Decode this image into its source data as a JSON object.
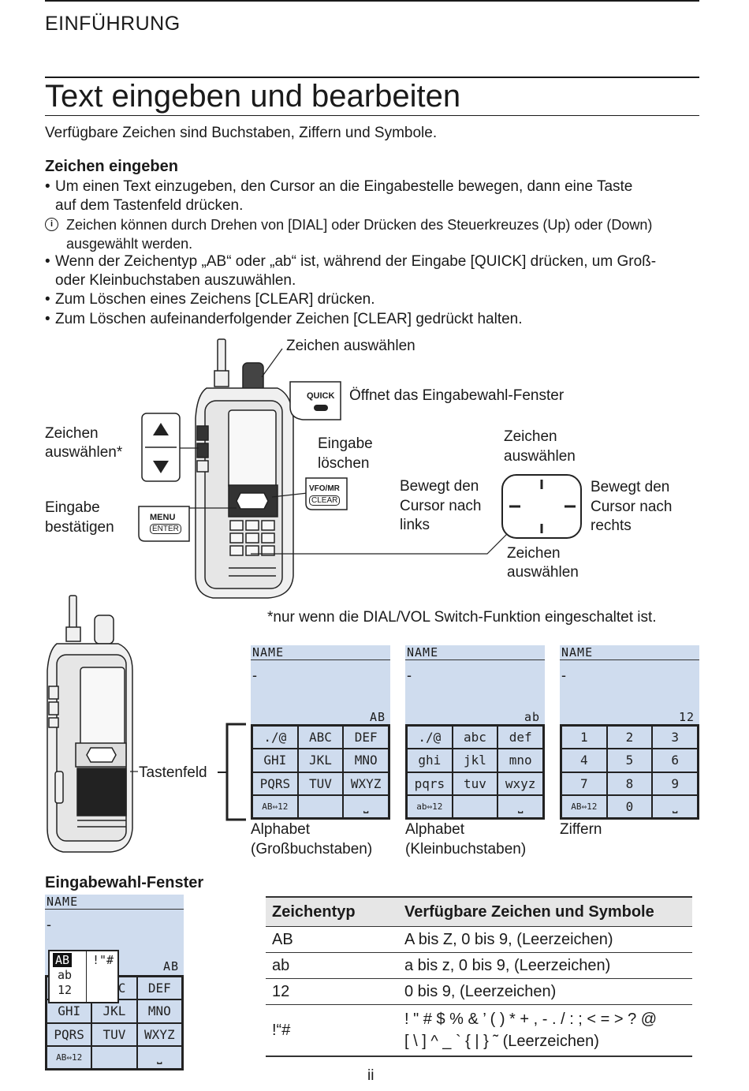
{
  "header": {
    "section": "EINFÜHRUNG"
  },
  "page": {
    "title": "Text eingeben und bearbeiten",
    "intro": "Verfügbare Zeichen sind Buchstaben, Ziffern und Symbole.",
    "page_number": "ii"
  },
  "entry": {
    "heading": "Zeichen eingeben",
    "bullet1_l1": "Um einen Text einzugeben, den Cursor an die Eingabestelle bewegen, dann eine Taste",
    "bullet1_l2": "auf dem Tastenfeld drücken.",
    "note_l1": "Zeichen können durch Drehen von [DIAL] oder Drücken des Steuerkreuzes (Up) oder (Down)",
    "note_l2": "ausgewählt werden.",
    "bullet2_l1": "Wenn der Zeichentyp „AB“ oder „ab“ ist, während der Eingabe [QUICK] drücken, um Groß-",
    "bullet2_l2": "oder Kleinbuchstaben auszuwählen.",
    "bullet3": "Zum Löschen eines Zeichens [CLEAR] drücken.",
    "bullet4": "Zum Löschen aufeinanderfolgender Zeichen [CLEAR] gedrückt halten."
  },
  "diagram1": {
    "dial_l": "Zeichen auswählen",
    "quick_l": "Öffnet das Eingabewahl-Fenster",
    "quick_key": "QUICK",
    "side_l1": "Zeichen",
    "side_l2": "auswählen*",
    "menu_l1": "Eingabe",
    "menu_l2": "bestätigen",
    "menu_key1": "MENU",
    "menu_key2": "ENTER",
    "clear_l1": "Eingabe",
    "clear_l2": "löschen",
    "clear_key1": "VFO/MR",
    "clear_key2": "CLEAR",
    "left_l1": "Bewegt den",
    "left_l2": "Cursor nach",
    "left_l3": "links",
    "up_l1": "Zeichen",
    "up_l2": "auswählen",
    "right_l1": "Bewegt den",
    "right_l2": "Cursor nach",
    "right_l3": "rechts",
    "down_l1": "Zeichen",
    "down_l2": "auswählen",
    "footnote": "*nur wenn die DIAL/VOL Switch-Funktion eingeschaltet ist."
  },
  "diagram2": {
    "keypad_label": "Tastenfeld",
    "screens": [
      {
        "name": "NAME",
        "cursor": "-",
        "mode": "AB",
        "keys": [
          "./@",
          "ABC",
          "DEF",
          "GHI",
          "JKL",
          "MNO",
          "PQRS",
          "TUV",
          "WXYZ",
          "AB⇔12",
          "",
          "⎵"
        ],
        "cap1": "Alphabet",
        "cap2": "(Großbuchstaben)"
      },
      {
        "name": "NAME",
        "cursor": "-",
        "mode": "ab",
        "keys": [
          "./@",
          "abc",
          "def",
          "ghi",
          "jkl",
          "mno",
          "pqrs",
          "tuv",
          "wxyz",
          "ab⇔12",
          "",
          "⎵"
        ],
        "cap1": "Alphabet",
        "cap2": "(Kleinbuchstaben)"
      },
      {
        "name": "NAME",
        "cursor": "-",
        "mode": "12",
        "keys": [
          "1",
          "2",
          "3",
          "4",
          "5",
          "6",
          "7",
          "8",
          "9",
          "AB⇔12",
          "0",
          "⎵"
        ],
        "cap1": "Ziffern",
        "cap2": ""
      }
    ]
  },
  "select_window": {
    "heading": "Eingabewahl-Fenster",
    "name": "NAME",
    "cursor": "-",
    "mode": "AB",
    "popup": [
      "AB",
      "ab",
      "12",
      "!\"#"
    ],
    "keys": [
      "./@",
      "ABC",
      "DEF",
      "GHI",
      "JKL",
      "MNO",
      "PQRS",
      "TUV",
      "WXYZ",
      "AB⇔12",
      "",
      "⎵"
    ]
  },
  "table": {
    "headers": [
      "Zeichentyp",
      "Verfügbare Zeichen und Symbole"
    ],
    "rows": [
      {
        "type": "AB",
        "chars": "A bis Z, 0 bis 9, (Leerzeichen)"
      },
      {
        "type": "ab",
        "chars": "a bis z, 0 bis 9, (Leerzeichen)"
      },
      {
        "type": "12",
        "chars": "0 bis 9, (Leerzeichen)"
      },
      {
        "type": "!“#",
        "chars": "! \" # $ % & ’ ( ) * + , - . / : ; < = > ? @",
        "chars2": "[ \\ ] ^ _ ` { | } ˜ (Leerzeichen)"
      }
    ]
  }
}
